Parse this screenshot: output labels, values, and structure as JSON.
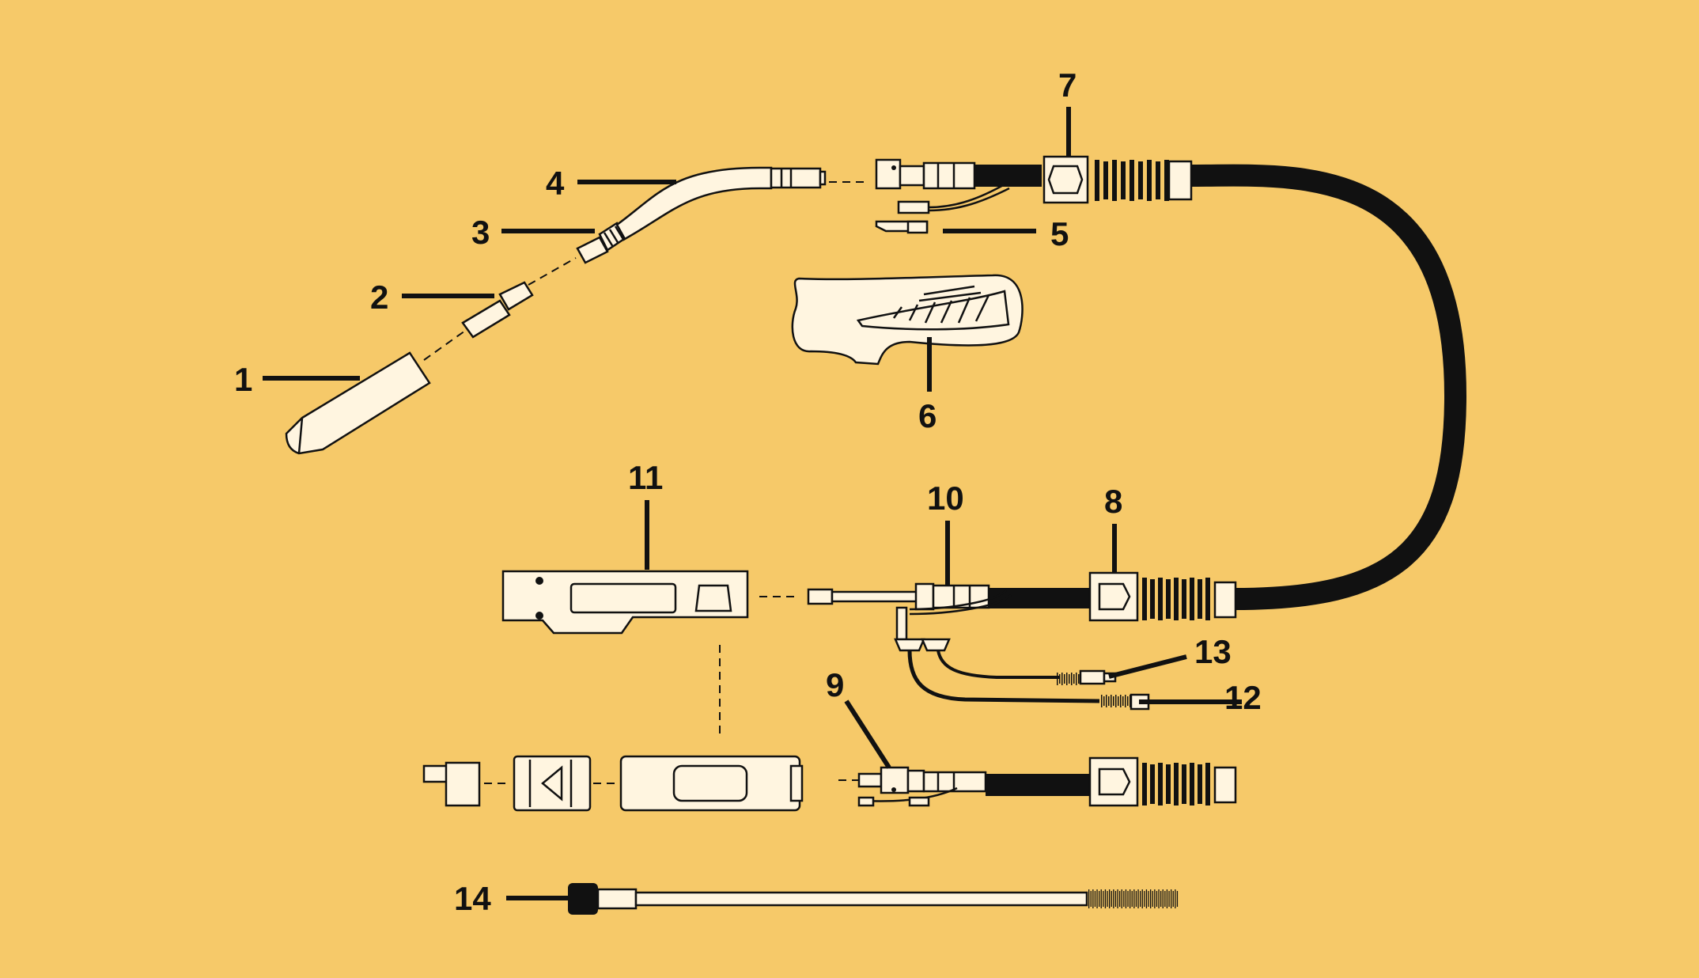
{
  "diagram": {
    "background": "#F6C969",
    "part_fill": "#FFF5E0",
    "ink": "#111111",
    "callouts": [
      {
        "id": "1",
        "label": "1"
      },
      {
        "id": "2",
        "label": "2"
      },
      {
        "id": "3",
        "label": "3"
      },
      {
        "id": "4",
        "label": "4"
      },
      {
        "id": "5",
        "label": "5"
      },
      {
        "id": "6",
        "label": "6"
      },
      {
        "id": "7",
        "label": "7"
      },
      {
        "id": "8",
        "label": "8"
      },
      {
        "id": "9",
        "label": "9"
      },
      {
        "id": "10",
        "label": "10"
      },
      {
        "id": "11",
        "label": "11"
      },
      {
        "id": "12",
        "label": "12"
      },
      {
        "id": "13",
        "label": "13"
      },
      {
        "id": "14",
        "label": "14"
      }
    ]
  }
}
